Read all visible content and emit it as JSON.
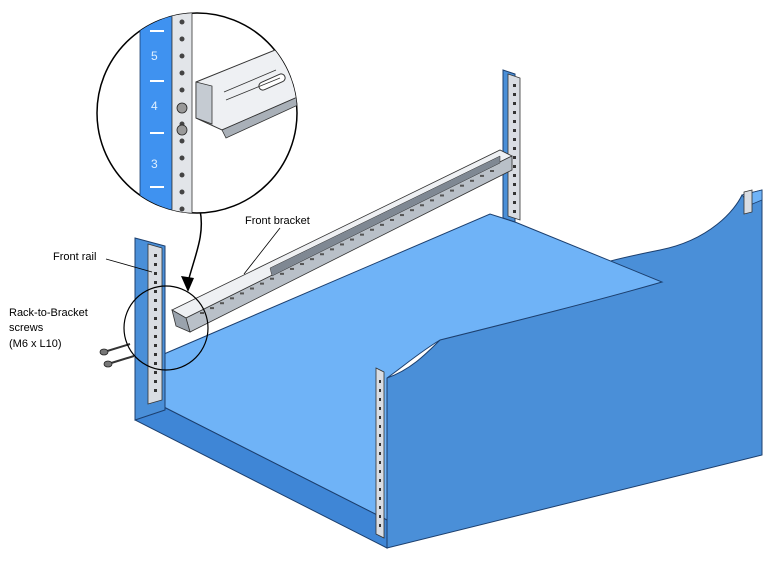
{
  "labels": {
    "front_bracket": "Front bracket",
    "front_rail": "Front rail",
    "screws_line1": "Rack-to-Bracket",
    "screws_line2": "screws",
    "screws_line3": "(M6 x L10)"
  },
  "detail_view": {
    "unit_numbers": [
      "5",
      "4",
      "3"
    ]
  },
  "colors": {
    "rack_face": "#6fb3f7",
    "rack_side": "#4a8fd8",
    "rack_edge": "#1c3f6e",
    "rail_metal": "#d9dde3",
    "rail_shadow": "#9aa3ad",
    "mount_blue": "#3f92f0"
  }
}
